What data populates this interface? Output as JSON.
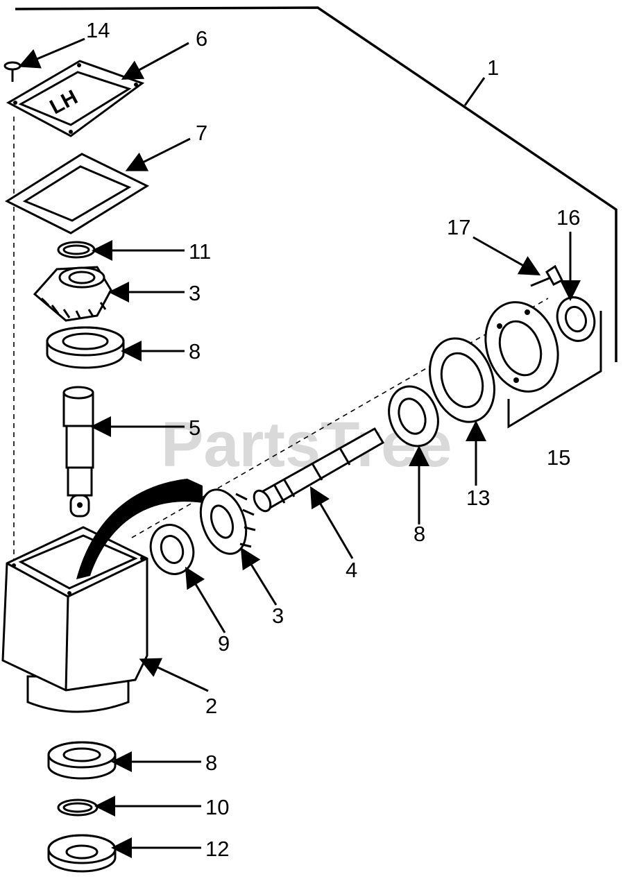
{
  "watermark": "PartsTree",
  "cover_marking": "LH",
  "labels": {
    "l1": "1",
    "l14": "14",
    "l6": "6",
    "l7": "7",
    "l11": "11",
    "l3a": "3",
    "l8a": "8",
    "l5": "5",
    "l17": "17",
    "l16": "16",
    "l15": "15",
    "l13": "13",
    "l8b": "8",
    "l4": "4",
    "l9": "9",
    "l3b": "3",
    "l2": "2",
    "l8c": "8",
    "l10": "10",
    "l12": "12"
  },
  "icons": [
    "arrow-icon"
  ]
}
